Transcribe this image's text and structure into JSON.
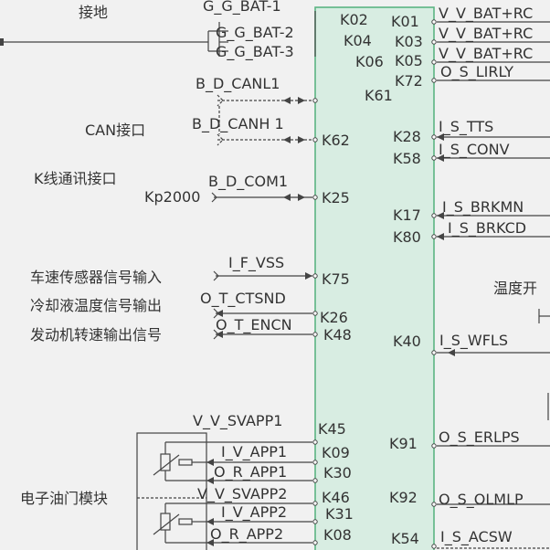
{
  "ecu": {
    "fill": "#d8ede2",
    "border": "#5cb483"
  },
  "left_labels": [
    {
      "id": "ground",
      "text": "接地"
    },
    {
      "id": "can",
      "text": "CAN接口"
    },
    {
      "id": "kline",
      "text": "K线通讯接口"
    },
    {
      "id": "kp",
      "text": "Kp2000"
    },
    {
      "id": "vss",
      "text": "车速传感器信号输入"
    },
    {
      "id": "coolant",
      "text": "冷却液温度信号输出"
    },
    {
      "id": "engine",
      "text": "发动机转速输出信号"
    },
    {
      "id": "throttle",
      "text": "电子油门模块"
    }
  ],
  "right_labels": [
    {
      "id": "temp",
      "text": "温度开"
    }
  ],
  "left_signals": [
    {
      "id": "gbat1",
      "text": "G_G_BAT-1"
    },
    {
      "id": "gbat2",
      "text": "G_G_BAT-2"
    },
    {
      "id": "gbat3",
      "text": "G_G_BAT-3"
    },
    {
      "id": "canl1",
      "text": "B_D_CANL1"
    },
    {
      "id": "canh1",
      "text": "B_D_CANH 1"
    },
    {
      "id": "com1",
      "text": "B_D_COM1"
    },
    {
      "id": "vss",
      "text": "I_F_VSS"
    },
    {
      "id": "ctsnd",
      "text": "O_T_CTSND"
    },
    {
      "id": "encn",
      "text": "O_T_ENCN"
    },
    {
      "id": "svapp1",
      "text": "V_V_SVAPP1"
    },
    {
      "id": "app1",
      "text": "I_V_APP1"
    },
    {
      "id": "rapp1",
      "text": "O_R_APP1"
    },
    {
      "id": "svapp2",
      "text": "V_V_SVAPP2"
    },
    {
      "id": "app2",
      "text": "I_V_APP2"
    },
    {
      "id": "rapp2",
      "text": "O_R_APP2"
    }
  ],
  "left_pins": [
    {
      "id": "k02",
      "text": "K02"
    },
    {
      "id": "k04",
      "text": "K04"
    },
    {
      "id": "k06",
      "text": "K06"
    },
    {
      "id": "k61",
      "text": "K61"
    },
    {
      "id": "k62",
      "text": "K62"
    },
    {
      "id": "k25",
      "text": "K25"
    },
    {
      "id": "k75",
      "text": "K75"
    },
    {
      "id": "k26",
      "text": "K26"
    },
    {
      "id": "k48",
      "text": "K48"
    },
    {
      "id": "k45",
      "text": "K45"
    },
    {
      "id": "k09",
      "text": "K09"
    },
    {
      "id": "k30",
      "text": "K30"
    },
    {
      "id": "k46",
      "text": "K46"
    },
    {
      "id": "k31",
      "text": "K31"
    },
    {
      "id": "k08",
      "text": "K08"
    }
  ],
  "right_pins": [
    {
      "id": "k01",
      "text": "K01"
    },
    {
      "id": "k03",
      "text": "K03"
    },
    {
      "id": "k05",
      "text": "K05"
    },
    {
      "id": "k72",
      "text": "K72"
    },
    {
      "id": "k28",
      "text": "K28"
    },
    {
      "id": "k58",
      "text": "K58"
    },
    {
      "id": "k17",
      "text": "K17"
    },
    {
      "id": "k80",
      "text": "K80"
    },
    {
      "id": "k40",
      "text": "K40"
    },
    {
      "id": "k91",
      "text": "K91"
    },
    {
      "id": "k92",
      "text": "K92"
    },
    {
      "id": "k54",
      "text": "K54"
    }
  ],
  "right_signals": [
    {
      "id": "vbat1",
      "text": "V_V_BAT+RC"
    },
    {
      "id": "vbat2",
      "text": "V_V_BAT+RC"
    },
    {
      "id": "vbat3",
      "text": "V_V_BAT+RC"
    },
    {
      "id": "lirly",
      "text": "O_S_LIRLY"
    },
    {
      "id": "tts",
      "text": "I_S_TTS"
    },
    {
      "id": "conv",
      "text": "I_S_CONV"
    },
    {
      "id": "brkmn",
      "text": "I_S_BRKMN"
    },
    {
      "id": "brkcd",
      "text": "I_S_BRKCD"
    },
    {
      "id": "wfls",
      "text": "I_S_WFLS"
    },
    {
      "id": "erlps",
      "text": "O_S_ERLPS"
    },
    {
      "id": "olmlp",
      "text": "O_S_OLMLP"
    },
    {
      "id": "acsw",
      "text": "I_S_ACSW"
    }
  ]
}
